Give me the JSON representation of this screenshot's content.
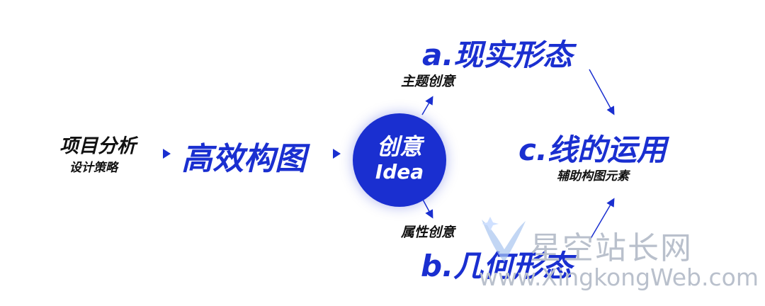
{
  "left": {
    "title": "项目分析",
    "subtitle": "设计策略"
  },
  "middle": {
    "title": "高效构图"
  },
  "center": {
    "line1": "创意",
    "line2": "Idea"
  },
  "top": {
    "label": "主题创意",
    "title": "a.现实形态"
  },
  "bottom": {
    "label": "属性创意",
    "title": "b.几何形态"
  },
  "right": {
    "title": "c.线的运用",
    "subtitle": "辅助构图元素"
  },
  "watermark": {
    "cn": "星空站长网",
    "en": "www.XingkongWeb.com"
  },
  "colors": {
    "accent": "#1a2fd0",
    "text": "#111111",
    "watermark": "#b9c0cc"
  }
}
